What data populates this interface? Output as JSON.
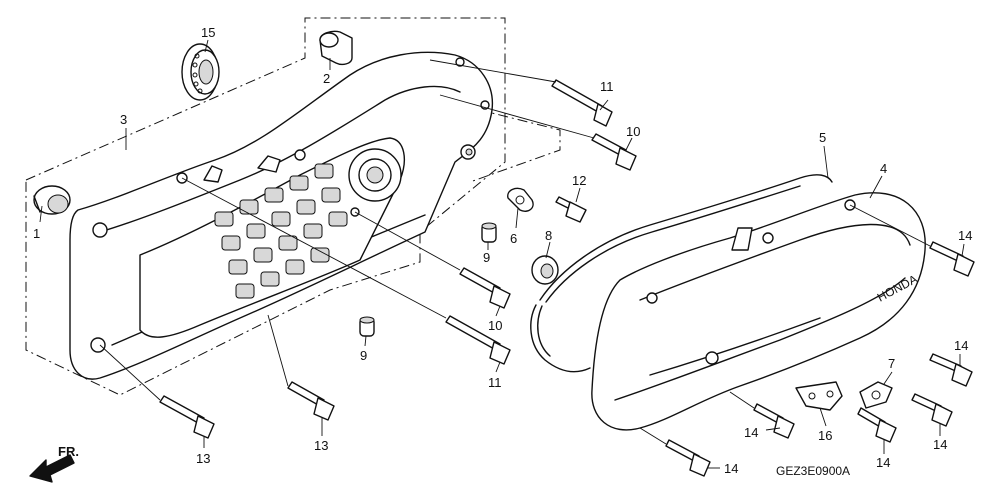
{
  "diagram": {
    "figure_code": "GEZ3E0900A",
    "front_marker": "FR.",
    "callouts": [
      {
        "id": "c1",
        "text": "1"
      },
      {
        "id": "c2",
        "text": "2"
      },
      {
        "id": "c3",
        "text": "3"
      },
      {
        "id": "c4",
        "text": "4"
      },
      {
        "id": "c5",
        "text": "5"
      },
      {
        "id": "c6",
        "text": "6"
      },
      {
        "id": "c7",
        "text": "7"
      },
      {
        "id": "c8",
        "text": "8"
      },
      {
        "id": "c9a",
        "text": "9"
      },
      {
        "id": "c9b",
        "text": "9"
      },
      {
        "id": "c10a",
        "text": "10"
      },
      {
        "id": "c10b",
        "text": "10"
      },
      {
        "id": "c11a",
        "text": "11"
      },
      {
        "id": "c11b",
        "text": "11"
      },
      {
        "id": "c12",
        "text": "12"
      },
      {
        "id": "c13a",
        "text": "13"
      },
      {
        "id": "c13b",
        "text": "13"
      },
      {
        "id": "c14a",
        "text": "14"
      },
      {
        "id": "c14b",
        "text": "14"
      },
      {
        "id": "c14c",
        "text": "14"
      },
      {
        "id": "c14d",
        "text": "14"
      },
      {
        "id": "c14e",
        "text": "14"
      },
      {
        "id": "c14f",
        "text": "14"
      },
      {
        "id": "c15",
        "text": "15"
      },
      {
        "id": "c16",
        "text": "16"
      }
    ]
  }
}
